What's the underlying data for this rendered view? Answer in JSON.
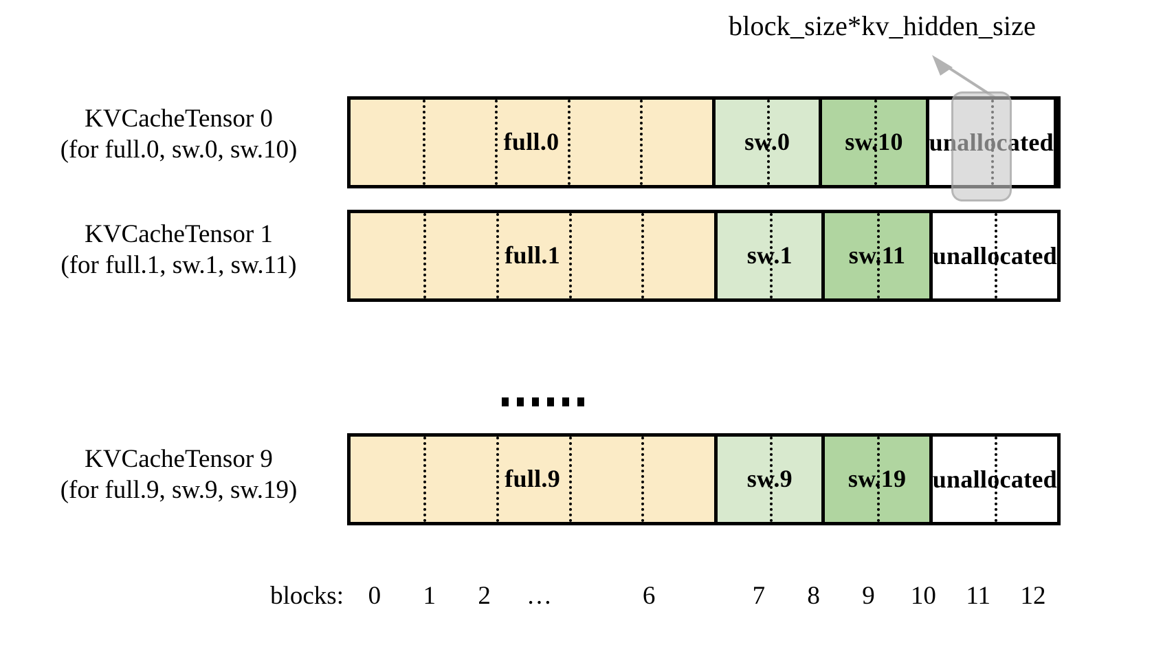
{
  "figure": {
    "annotation": {
      "label": "block_size*kv_hidden_size",
      "arrow_icon": "arrow-up-left-icon"
    },
    "ellipsis": {
      "glyph": "......",
      "dot_count": 6
    },
    "colors": {
      "full_block": "#fbebc6",
      "sliding_window_light": "#d8e9ce",
      "sliding_window_dark": "#b0d5a0",
      "unallocated": "#ffffff",
      "border": "#000000",
      "highlight_overlay": "#c8c8c8"
    },
    "block_count": 13,
    "rows": [
      {
        "label_line1": "KVCacheTensor 0",
        "label_line2": "(for full.0, sw.0, sw.10)",
        "highlighted_block": 11,
        "segments": [
          {
            "name": "full.0",
            "kind": "full",
            "blocks": 7,
            "ticks": 4
          },
          {
            "name": "sw.0",
            "kind": "sw-light",
            "blocks": 2,
            "ticks": 1
          },
          {
            "name": "sw.10",
            "kind": "sw-dark",
            "blocks": 2,
            "ticks": 1
          },
          {
            "name": "unallocated",
            "kind": "unalloc",
            "blocks": 2,
            "ticks": 1
          }
        ]
      },
      {
        "label_line1": "KVCacheTensor 1",
        "label_line2": "(for full.1, sw.1, sw.11)",
        "highlighted_block": null,
        "segments": [
          {
            "name": "full.1",
            "kind": "full",
            "blocks": 7,
            "ticks": 4
          },
          {
            "name": "sw.1",
            "kind": "sw-light",
            "blocks": 2,
            "ticks": 1
          },
          {
            "name": "sw.11",
            "kind": "sw-dark",
            "blocks": 2,
            "ticks": 1
          },
          {
            "name": "unallocated",
            "kind": "unalloc",
            "blocks": 2,
            "ticks": 1
          }
        ]
      },
      {
        "label_line1": "KVCacheTensor 9",
        "label_line2": "(for full.9, sw.9, sw.19)",
        "highlighted_block": null,
        "segments": [
          {
            "name": "full.9",
            "kind": "full",
            "blocks": 7,
            "ticks": 4
          },
          {
            "name": "sw.9",
            "kind": "sw-light",
            "blocks": 2,
            "ticks": 1
          },
          {
            "name": "sw.19",
            "kind": "sw-dark",
            "blocks": 2,
            "ticks": 1
          },
          {
            "name": "unallocated",
            "kind": "unalloc",
            "blocks": 2,
            "ticks": 1
          }
        ]
      }
    ],
    "axis": {
      "title": "blocks:",
      "ticks": [
        "0",
        "1",
        "2",
        "…",
        "6",
        "7",
        "8",
        "9",
        "10",
        "11",
        "12"
      ]
    }
  }
}
